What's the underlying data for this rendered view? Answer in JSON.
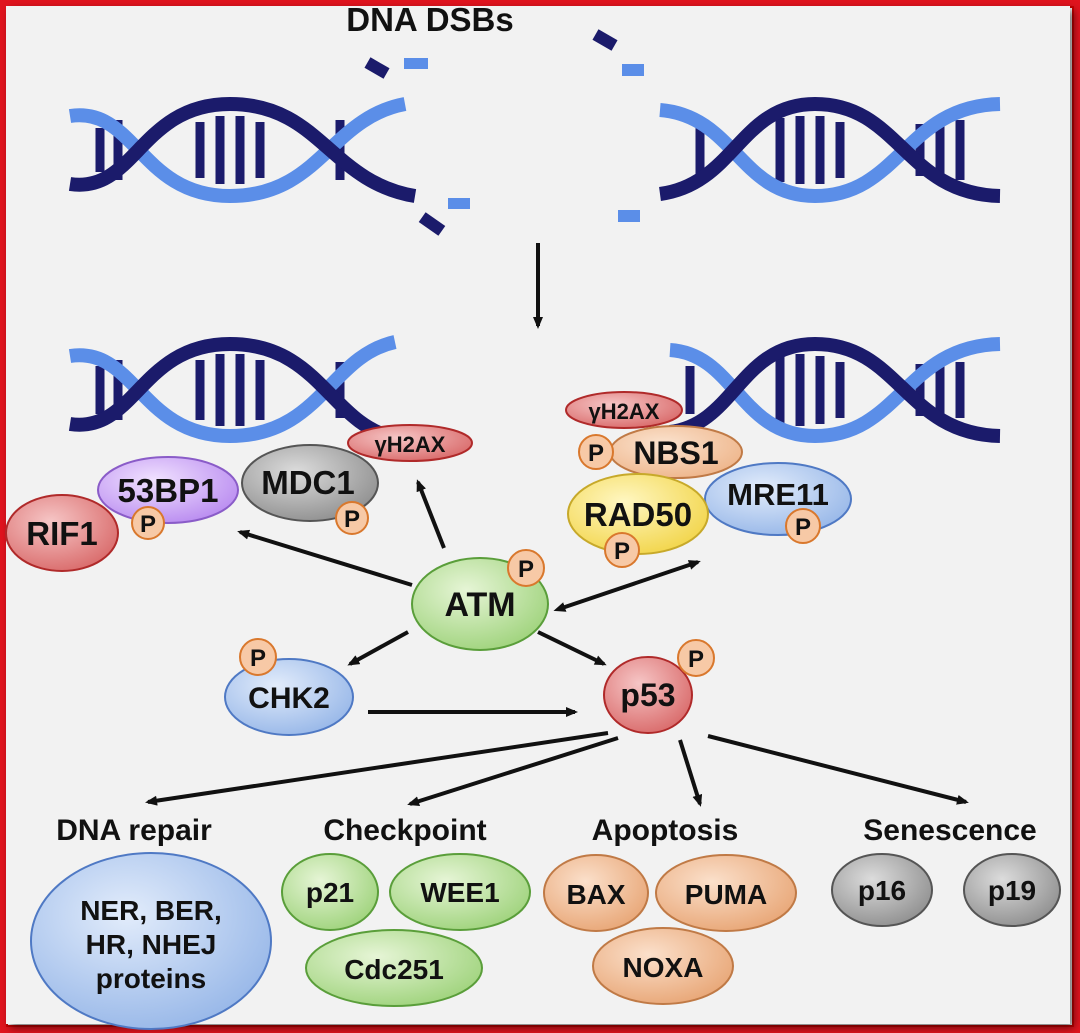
{
  "title": "DNA DSBs",
  "colors": {
    "dna_dark": "#1b1b6b",
    "dna_light": "#5b8ee8",
    "phospho_fill": "#f7c9a6",
    "phospho_stroke": "#d9782d",
    "frame": "#e0141e"
  },
  "proteins": {
    "h2ax_left": "γH2AX",
    "h2ax_right": "γH2AX",
    "bp53": "53BP1",
    "mdc1": "MDC1",
    "rif1": "RIF1",
    "nbs1": "NBS1",
    "rad50": "RAD50",
    "mre11": "MRE11",
    "atm": "ATM",
    "chk2": "CHK2",
    "p53": "p53"
  },
  "phospho_label": "P",
  "outcomes": {
    "dna_repair": {
      "heading": "DNA repair",
      "proteins_line1": "NER, BER,",
      "proteins_line2": "HR, NHEJ",
      "proteins_line3": "proteins"
    },
    "checkpoint": {
      "heading": "Checkpoint",
      "p21": "p21",
      "wee1": "WEE1",
      "cdc": "Cdc251"
    },
    "apoptosis": {
      "heading": "Apoptosis",
      "bax": "BAX",
      "puma": "PUMA",
      "noxa": "NOXA"
    },
    "senescence": {
      "heading": "Senescence",
      "p16": "p16",
      "p19": "p19"
    }
  }
}
